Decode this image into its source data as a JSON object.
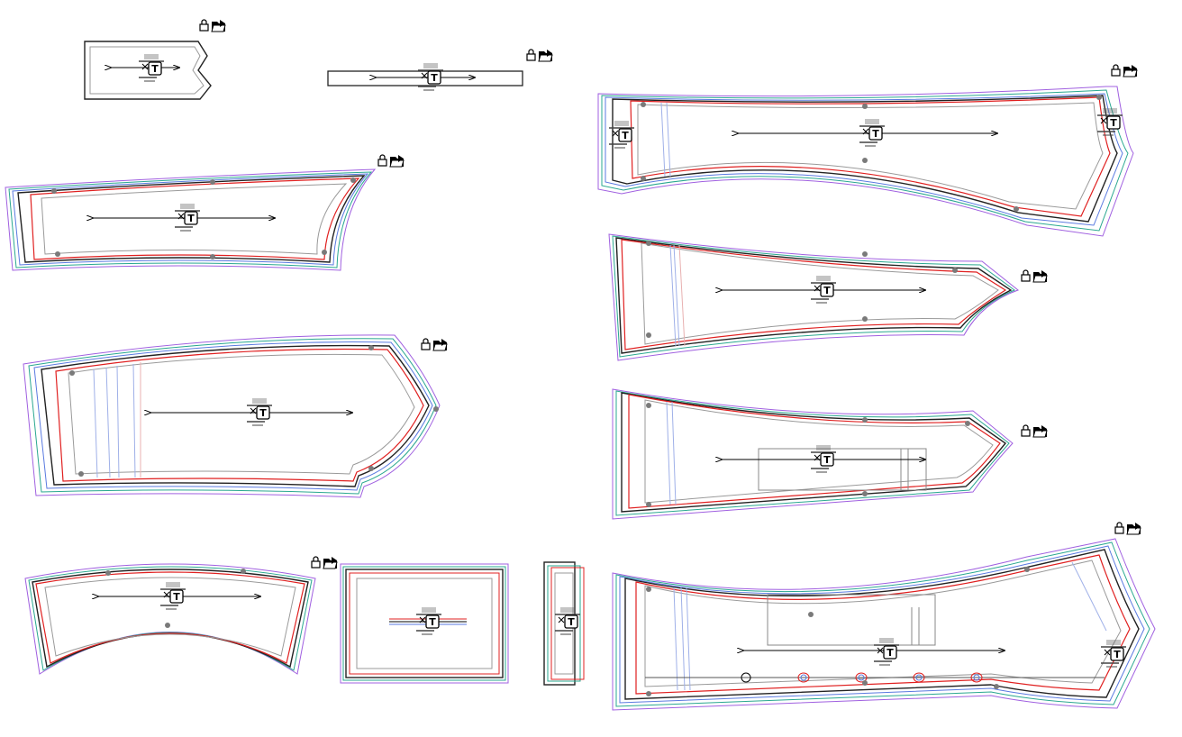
{
  "canvas": {
    "background": "#ffffff"
  },
  "pieces": [
    {
      "id": "p1",
      "grainline": true,
      "tool_icons": [
        "lock-icon",
        "folder-icon"
      ]
    },
    {
      "id": "p2",
      "grainline": true,
      "tool_icons": [
        "lock-icon",
        "folder-icon"
      ]
    },
    {
      "id": "p3",
      "grainline": true,
      "tool_icons": [
        "lock-icon",
        "folder-icon"
      ]
    },
    {
      "id": "p4",
      "grainline": true,
      "tool_icons": [
        "lock-icon",
        "folder-icon"
      ]
    },
    {
      "id": "p5",
      "grainline": true,
      "tool_icons": [
        "lock-icon",
        "folder-icon"
      ]
    },
    {
      "id": "p6",
      "grainline": true,
      "tool_icons": [
        "lock-icon",
        "folder-icon"
      ]
    },
    {
      "id": "p7",
      "grainline": true,
      "tool_icons": [
        "lock-icon",
        "folder-icon"
      ]
    },
    {
      "id": "p8",
      "grainline": true,
      "tool_icons": [
        "lock-icon",
        "folder-icon"
      ]
    },
    {
      "id": "p9",
      "grainline": true,
      "tool_icons": []
    },
    {
      "id": "p10",
      "grainline": true,
      "tool_icons": []
    },
    {
      "id": "p11",
      "grainline": true,
      "tool_icons": [
        "lock-icon",
        "folder-icon"
      ]
    }
  ],
  "colors": {
    "outline": "#222222",
    "inner": "#9a9a9a",
    "seam_red": "#e02020",
    "seam_green": "#2aa890",
    "seam_blue": "#5a7ae0",
    "seam_purple": "#a060e0",
    "notch": "#7a7a7a"
  },
  "text_tool_glyph": "T"
}
